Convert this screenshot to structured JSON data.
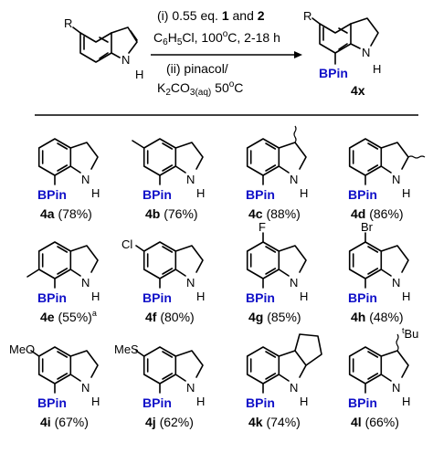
{
  "scheme": {
    "reactant_label_R": "R",
    "reactant_N": "N",
    "reactant_H": "H",
    "condition_1": "(i) 0.55 eq. 1 and 2",
    "condition_2": "C6H5Cl, 100oC, 2-18 h",
    "condition_3": "(ii) pinacol/",
    "condition_4": "K2CO3(aq) 50oC",
    "product_label_R": "R",
    "product_N": "N",
    "product_H": "H",
    "product_bpin": "BPin",
    "product_id": "4x"
  },
  "compounds": [
    {
      "id": "4a",
      "yield": "(78%)",
      "sup": "",
      "sub": "",
      "bpin": "BPin",
      "N": "N",
      "H": "H"
    },
    {
      "id": "4b",
      "yield": "(76%)",
      "sup": "",
      "sub": "",
      "bpin": "BPin",
      "N": "N",
      "H": "H"
    },
    {
      "id": "4c",
      "yield": "(88%)",
      "sup": "",
      "sub": "",
      "bpin": "BPin",
      "N": "N",
      "H": "H"
    },
    {
      "id": "4d",
      "yield": "(86%)",
      "sup": "",
      "sub": "",
      "bpin": "BPin",
      "N": "N",
      "H": "H"
    },
    {
      "id": "4e",
      "yield": "(55%)",
      "sup": "a",
      "sub": "",
      "bpin": "BPin",
      "N": "N",
      "H": "H"
    },
    {
      "id": "4f",
      "yield": "(80%)",
      "sup": "",
      "sub": "Cl",
      "bpin": "BPin",
      "N": "N",
      "H": "H"
    },
    {
      "id": "4g",
      "yield": "(85%)",
      "sup": "",
      "sub": "F",
      "bpin": "BPin",
      "N": "N",
      "H": "H"
    },
    {
      "id": "4h",
      "yield": "(48%)",
      "sup": "",
      "sub": "Br",
      "bpin": "BPin",
      "N": "N",
      "H": "H"
    },
    {
      "id": "4i",
      "yield": "(67%)",
      "sup": "",
      "sub": "MeO",
      "bpin": "BPin",
      "N": "N",
      "H": "H"
    },
    {
      "id": "4j",
      "yield": "(62%)",
      "sup": "",
      "sub": "MeS",
      "bpin": "BPin",
      "N": "N",
      "H": "H"
    },
    {
      "id": "4k",
      "yield": "(74%)",
      "sup": "",
      "sub": "",
      "bpin": "BPin",
      "N": "N",
      "H": "H"
    },
    {
      "id": "4l",
      "yield": "(66%)",
      "sup": "",
      "sub": "Bu",
      "subsup": "t",
      "bpin": "BPin",
      "N": "N",
      "H": "H"
    }
  ]
}
